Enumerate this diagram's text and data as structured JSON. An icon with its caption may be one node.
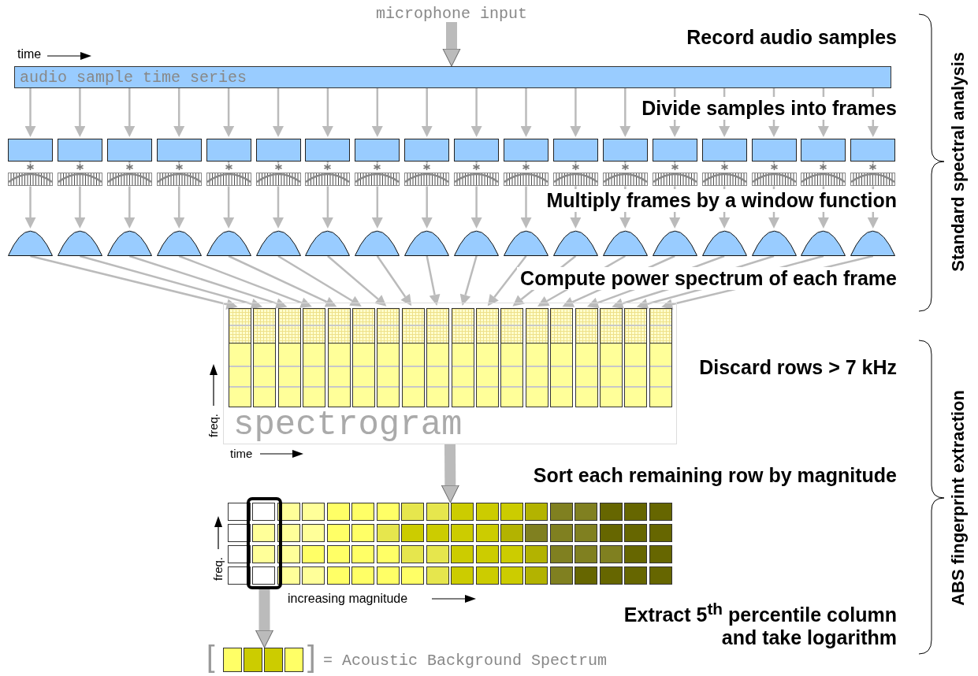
{
  "diagram": {
    "nodes": [
      {
        "text": [
          "microphone input"
        ]
      },
      {
        "text": [
          "audio sample time series"
        ],
        "beside": [
          "time"
        ]
      },
      {
        "text": [],
        "shape": "box"
      },
      {
        "text": [],
        "shape": "box"
      },
      {
        "text": [],
        "shape": "box"
      },
      {
        "text": [],
        "shape": "box"
      },
      {
        "text": [],
        "shape": "box"
      },
      {
        "text": [],
        "shape": "box"
      },
      {
        "text": [],
        "shape": "box"
      },
      {
        "text": [],
        "shape": "box"
      },
      {
        "text": [],
        "shape": "box"
      },
      {
        "text": [],
        "shape": "box"
      },
      {
        "text": [],
        "shape": "box"
      },
      {
        "text": [],
        "shape": "box"
      },
      {
        "text": [],
        "shape": "box"
      },
      {
        "text": [],
        "shape": "box"
      },
      {
        "text": [],
        "shape": "box"
      },
      {
        "text": [],
        "shape": "box"
      },
      {
        "text": [],
        "shape": "box"
      },
      {
        "text": [],
        "shape": "box"
      },
      {
        "text": [],
        "shape": "bell"
      },
      {
        "text": [],
        "shape": "bell"
      },
      {
        "text": [],
        "shape": "bell"
      },
      {
        "text": [],
        "shape": "bell"
      },
      {
        "text": [],
        "shape": "bell"
      },
      {
        "text": [],
        "shape": "bell"
      },
      {
        "text": [],
        "shape": "bell"
      },
      {
        "text": [],
        "shape": "bell"
      },
      {
        "text": [],
        "shape": "bell"
      },
      {
        "text": [],
        "shape": "bell"
      },
      {
        "text": [],
        "shape": "bell"
      },
      {
        "text": [],
        "shape": "bell"
      },
      {
        "text": [],
        "shape": "bell"
      },
      {
        "text": [],
        "shape": "bell"
      },
      {
        "text": [],
        "shape": "bell"
      },
      {
        "text": [],
        "shape": "bell"
      },
      {
        "text": [],
        "shape": "bell"
      },
      {
        "text": [],
        "shape": "bell"
      },
      {
        "text": [
          "spectrogram"
        ]
      },
      {
        "text": [],
        "shape": "bar",
        "in": 38
      },
      {
        "text": [],
        "shape": "bar",
        "in": 38
      },
      {
        "text": [],
        "shape": "bar",
        "in": 38
      },
      {
        "text": [],
        "shape": "bar",
        "in": 38
      },
      {
        "text": [],
        "shape": "bar",
        "in": 38
      },
      {
        "text": [],
        "shape": "bar",
        "in": 38
      },
      {
        "text": [],
        "shape": "bar",
        "in": 38
      },
      {
        "text": [],
        "shape": "bar",
        "in": 38
      },
      {
        "text": [],
        "shape": "bar",
        "in": 38
      },
      {
        "text": [],
        "shape": "bar",
        "in": 38
      },
      {
        "text": [],
        "shape": "bar",
        "in": 38
      },
      {
        "text": [],
        "shape": "bar",
        "in": 38
      },
      {
        "text": [],
        "shape": "bar",
        "in": 38
      },
      {
        "text": [],
        "shape": "bar",
        "in": 38
      },
      {
        "text": [],
        "shape": "bar",
        "in": 38
      },
      {
        "text": [],
        "shape": "bar",
        "in": 38
      },
      {
        "text": [],
        "shape": "bar",
        "in": 38
      },
      {
        "text": [],
        "shape": "bar",
        "in": 38
      },
      {
        "text": [],
        "shape": "grid"
      },
      {
        "text": [],
        "shape": "box"
      },
      {
        "text": [],
        "shape": "box"
      }
    ],
    "edges": [
      {
        "from": 0,
        "to": 1,
        "arrow": "to",
        "style": "thick"
      },
      {
        "from": 1,
        "to": 2,
        "arrow": "to"
      },
      {
        "from": 1,
        "to": 3,
        "arrow": "to"
      },
      {
        "from": 1,
        "to": 4,
        "arrow": "to"
      },
      {
        "from": 1,
        "to": 5,
        "arrow": "to"
      },
      {
        "from": 1,
        "to": 6,
        "arrow": "to"
      },
      {
        "from": 1,
        "to": 7,
        "arrow": "to"
      },
      {
        "from": 1,
        "to": 8,
        "arrow": "to"
      },
      {
        "from": 1,
        "to": 9,
        "arrow": "to"
      },
      {
        "from": 1,
        "to": 10,
        "arrow": "to"
      },
      {
        "from": 1,
        "to": 11,
        "arrow": "to"
      },
      {
        "from": 1,
        "to": 12,
        "arrow": "to"
      },
      {
        "from": 1,
        "to": 13,
        "arrow": "to"
      },
      {
        "from": 1,
        "to": 14,
        "arrow": "to"
      },
      {
        "from": 1,
        "to": 15,
        "arrow": "to"
      },
      {
        "from": 1,
        "to": 16,
        "arrow": "to"
      },
      {
        "from": 1,
        "to": 17,
        "arrow": "to"
      },
      {
        "from": 1,
        "to": 18,
        "arrow": "to"
      },
      {
        "from": 1,
        "to": 19,
        "arrow": "to"
      },
      {
        "from": 2,
        "to": 20,
        "arrow": "to"
      },
      {
        "from": 3,
        "to": 21,
        "arrow": "to"
      },
      {
        "from": 4,
        "to": 22,
        "arrow": "to"
      },
      {
        "from": 5,
        "to": 23,
        "arrow": "to"
      },
      {
        "from": 6,
        "to": 24,
        "arrow": "to"
      },
      {
        "from": 7,
        "to": 25,
        "arrow": "to"
      },
      {
        "from": 8,
        "to": 26,
        "arrow": "to"
      },
      {
        "from": 9,
        "to": 27,
        "arrow": "to"
      },
      {
        "from": 10,
        "to": 28,
        "arrow": "to"
      },
      {
        "from": 11,
        "to": 29,
        "arrow": "to"
      },
      {
        "from": 12,
        "to": 30,
        "arrow": "to"
      },
      {
        "from": 13,
        "to": 31,
        "arrow": "to"
      },
      {
        "from": 14,
        "to": 32,
        "arrow": "to"
      },
      {
        "from": 15,
        "to": 33,
        "arrow": "to"
      },
      {
        "from": 16,
        "to": 34,
        "arrow": "to"
      },
      {
        "from": 17,
        "to": 35,
        "arrow": "to"
      },
      {
        "from": 18,
        "to": 36,
        "arrow": "to"
      },
      {
        "from": 19,
        "to": 37,
        "arrow": "to"
      },
      {
        "from": 20,
        "to": 39,
        "arrow": "to"
      },
      {
        "from": 21,
        "to": 40,
        "arrow": "to"
      },
      {
        "from": 22,
        "to": 41,
        "arrow": "to"
      },
      {
        "from": 23,
        "to": 42,
        "arrow": "to"
      },
      {
        "from": 24,
        "to": 43,
        "arrow": "to"
      },
      {
        "from": 25,
        "to": 44,
        "arrow": "to"
      },
      {
        "from": 26,
        "to": 45,
        "arrow": "to"
      },
      {
        "from": 27,
        "to": 46,
        "arrow": "to"
      },
      {
        "from": 28,
        "to": 47,
        "arrow": "to"
      },
      {
        "from": 29,
        "to": 48,
        "arrow": "to"
      },
      {
        "from": 30,
        "to": 49,
        "arrow": "to"
      },
      {
        "from": 31,
        "to": 50,
        "arrow": "to"
      },
      {
        "from": 32,
        "to": 51,
        "arrow": "to"
      },
      {
        "from": 33,
        "to": 52,
        "arrow": "to"
      },
      {
        "from": 34,
        "to": 53,
        "arrow": "to"
      },
      {
        "from": 35,
        "to": 54,
        "arrow": "to"
      },
      {
        "from": 36,
        "to": 55,
        "arrow": "to"
      },
      {
        "from": 37,
        "to": 56,
        "arrow": "to"
      },
      {
        "from": 38,
        "to": 57,
        "arrow": "to",
        "style": "thick"
      },
      {
        "from": 58,
        "to": 59,
        "arrow": "to",
        "style": "thick"
      }
    ],
    "labels": [
      "Record audio samples",
      "Divide samples into frames",
      "Multiply frames by a window function",
      "Compute power spectrum of each frame",
      "Standard spectral analysis",
      "Discard rows > 7 kHz",
      "freq.",
      "time",
      "Sort each remaining row by magnitude",
      "freq.",
      "increasing magnitude",
      "Extract 5$^{th}$ percentile column and take logarithm",
      "[",
      "]",
      "= Acoustic Background Spectrum",
      "ABS fingerprint extraction"
    ]
  }
}
